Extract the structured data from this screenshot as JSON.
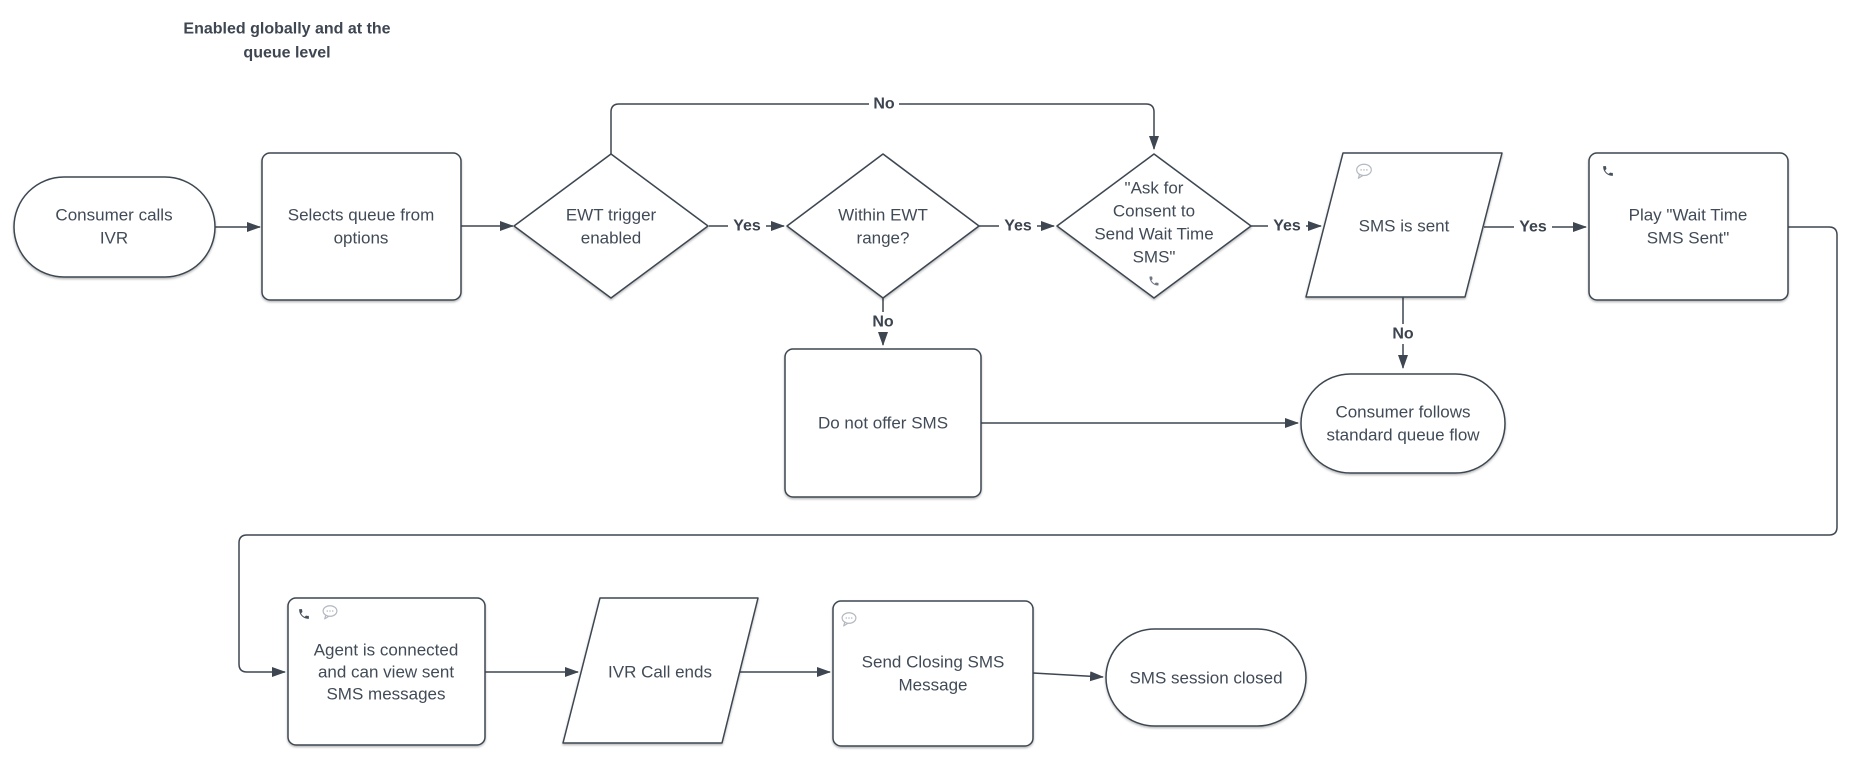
{
  "title": {
    "lines": [
      "Enabled globally and at the",
      "queue level"
    ]
  },
  "colors": {
    "background": "#ffffff",
    "shape_fill": "#ffffff",
    "stroke": "#3d4651",
    "text": "#414b57",
    "label_text": "#3c4450",
    "phone_icon": "#47515c",
    "bubble_icon": "#b3b9c0"
  },
  "nodes": [
    {
      "id": "start",
      "shape": "stadium",
      "label_lines": [
        "Consumer calls",
        "IVR"
      ],
      "icons": []
    },
    {
      "id": "selects-queue",
      "shape": "rect",
      "label_lines": [
        "Selects queue from",
        "options"
      ],
      "icons": []
    },
    {
      "id": "ewt-trigger",
      "shape": "diamond",
      "label_lines": [
        "EWT trigger",
        "enabled"
      ],
      "icons": []
    },
    {
      "id": "within-ewt",
      "shape": "diamond",
      "label_lines": [
        "Within EWT",
        "range?"
      ],
      "icons": []
    },
    {
      "id": "ask-consent",
      "shape": "diamond",
      "label_lines": [
        "\"Ask for",
        "Consent to",
        "Send Wait Time",
        "SMS\""
      ],
      "icons": [
        "phone"
      ]
    },
    {
      "id": "sms-sent",
      "shape": "parallelogram",
      "label_lines": [
        "SMS is sent"
      ],
      "icons": [
        "sms-bubble"
      ]
    },
    {
      "id": "play-wait",
      "shape": "rect",
      "label_lines": [
        "Play \"Wait Time",
        "SMS Sent\""
      ],
      "icons": [
        "phone"
      ]
    },
    {
      "id": "do-not-offer",
      "shape": "rect",
      "label_lines": [
        "Do not offer SMS"
      ],
      "icons": []
    },
    {
      "id": "std-queue",
      "shape": "stadium",
      "label_lines": [
        "Consumer follows",
        "standard queue flow"
      ],
      "icons": []
    },
    {
      "id": "agent-connected",
      "shape": "rect",
      "label_lines": [
        "Agent is connected",
        "and can view sent",
        "SMS messages"
      ],
      "icons": [
        "phone",
        "sms-bubble"
      ]
    },
    {
      "id": "ivr-ends",
      "shape": "parallelogram",
      "label_lines": [
        "IVR Call ends"
      ],
      "icons": []
    },
    {
      "id": "send-closing",
      "shape": "rect",
      "label_lines": [
        "Send Closing SMS",
        "Message"
      ],
      "icons": [
        "sms-bubble"
      ]
    },
    {
      "id": "session-closed",
      "shape": "stadium",
      "label_lines": [
        "SMS session closed"
      ],
      "icons": []
    }
  ],
  "edges": [
    {
      "from": "start",
      "to": "selects-queue",
      "label": ""
    },
    {
      "from": "selects-queue",
      "to": "ewt-trigger",
      "label": ""
    },
    {
      "from": "ewt-trigger",
      "to": "within-ewt",
      "label": "Yes"
    },
    {
      "from": "within-ewt",
      "to": "ask-consent",
      "label": "Yes"
    },
    {
      "from": "ask-consent",
      "to": "sms-sent",
      "label": "Yes"
    },
    {
      "from": "sms-sent",
      "to": "play-wait",
      "label": "Yes"
    },
    {
      "from": "ewt-trigger",
      "to": "ask-consent",
      "label": "No"
    },
    {
      "from": "within-ewt",
      "to": "do-not-offer",
      "label": "No"
    },
    {
      "from": "do-not-offer",
      "to": "std-queue",
      "label": ""
    },
    {
      "from": "sms-sent",
      "to": "std-queue",
      "label": "No"
    },
    {
      "from": "play-wait",
      "to": "agent-connected",
      "label": ""
    },
    {
      "from": "agent-connected",
      "to": "ivr-ends",
      "label": ""
    },
    {
      "from": "ivr-ends",
      "to": "send-closing",
      "label": ""
    },
    {
      "from": "send-closing",
      "to": "session-closed",
      "label": ""
    }
  ]
}
